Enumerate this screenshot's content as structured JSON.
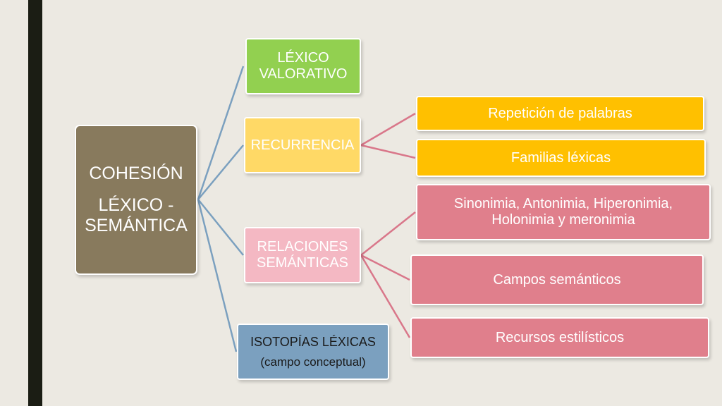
{
  "diagram": {
    "root": {
      "line1": "COHESIÓN",
      "line2": "LÉXICO -",
      "line3": "SEMÁNTICA"
    },
    "branches": {
      "lexico_valorativo": {
        "line1": "LÉXICO",
        "line2": "VALORATIVO"
      },
      "recurrencia": {
        "label": "RECURRENCIA"
      },
      "relaciones": {
        "line1": "RELACIONES",
        "line2": "SEMÁNTICAS"
      },
      "isotopias": {
        "line1": "ISOTOPÍAS LÉXICAS",
        "line2": "(campo conceptual)"
      }
    },
    "recurrencia_items": {
      "repeticion": "Repetición de palabras",
      "familias": "Familias léxicas"
    },
    "relaciones_items": {
      "sinonimia_line1": "Sinonimia, Antonimia, Hiperonimia,",
      "sinonimia_line2": "Holonimia y meronimia",
      "campos": "Campos semánticos",
      "recursos": "Recursos estilísticos"
    }
  },
  "colors": {
    "background": "#ece9e2",
    "accent_bar": "#1b1d14",
    "root": "#887a5d",
    "lexico_valorativo": "#92d050",
    "recurrencia": "#ffd966",
    "relaciones": "#f4b8c3",
    "isotopias": "#7ba0bf",
    "recurrencia_items": "#ffc000",
    "relaciones_items": "#e07f8c",
    "connector_blue": "#7ba0bf",
    "connector_pink": "#d9778a"
  }
}
